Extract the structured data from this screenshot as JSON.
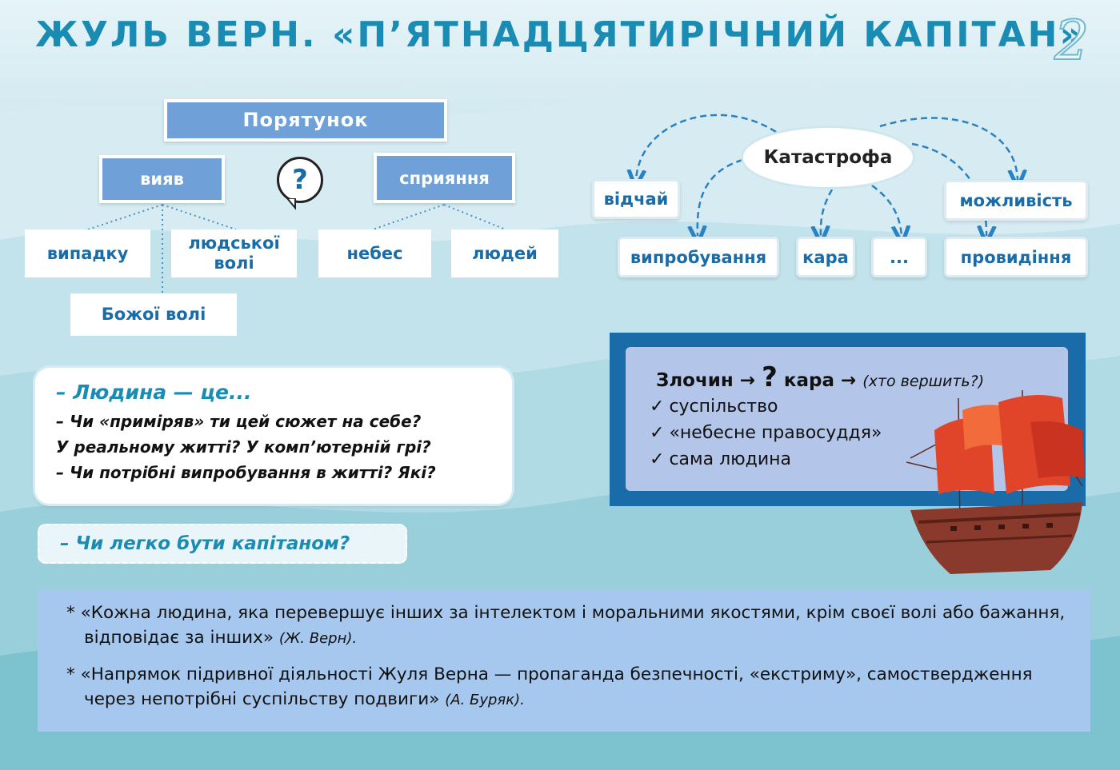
{
  "title": "ЖУЛЬ ВЕРН. «П’ЯТНАДЦЯТИРІЧНИЙ КАПІТАН»",
  "page_number": "2",
  "rescue": {
    "title": "Порятунок",
    "question_mark": "?",
    "manifestation": {
      "label": "вияв",
      "items": [
        "випадку",
        "людської волі",
        "Божої волі"
      ]
    },
    "assistance": {
      "label": "сприяння",
      "items": [
        "небес",
        "людей"
      ]
    }
  },
  "catastrophe": {
    "center": "Катастрофа",
    "items": [
      "відчай",
      "випробування",
      "кара",
      "...",
      "можливість",
      "провидіння"
    ]
  },
  "human": {
    "heading": "– Людина — це...",
    "lines": [
      "– Чи «приміряв» ти цей сюжет на себе?",
      "У реальному житті? У комп’ютерній грі?",
      "– Чи потрібні випробування в житті? Які?"
    ]
  },
  "captain_question": "– Чи легко бути капітаном?",
  "crime": {
    "word1": "Злочин",
    "arrow": "→",
    "question": "?",
    "word2": "кара",
    "note": "(хто вершить?)",
    "check": "✓",
    "items": [
      "суспільство",
      "«небесне правосуддя»",
      "сама людина"
    ]
  },
  "quotes": [
    {
      "star": "*",
      "text": "«Кожна людина, яка перевершує інших за інтелектом і моральними якостями, крім своєї волі або бажання, відповідає за інших»",
      "author": "(Ж. Верн)."
    },
    {
      "star": "*",
      "text": "«Напрямок підривної діяльності Жуля Верна — пропаганда безпечності, «екстриму», самоствердження через непотрібні суспільству подвиги»",
      "author": "(А. Буряк)."
    }
  ],
  "colors": {
    "title": "#1a8bb3",
    "box_blue": "#6fa0d8",
    "dark_blue": "#1a6ca8",
    "light_panel": "#b3c6ea",
    "quote_panel": "#a7c8ee",
    "sail_red": "#e0452a"
  }
}
